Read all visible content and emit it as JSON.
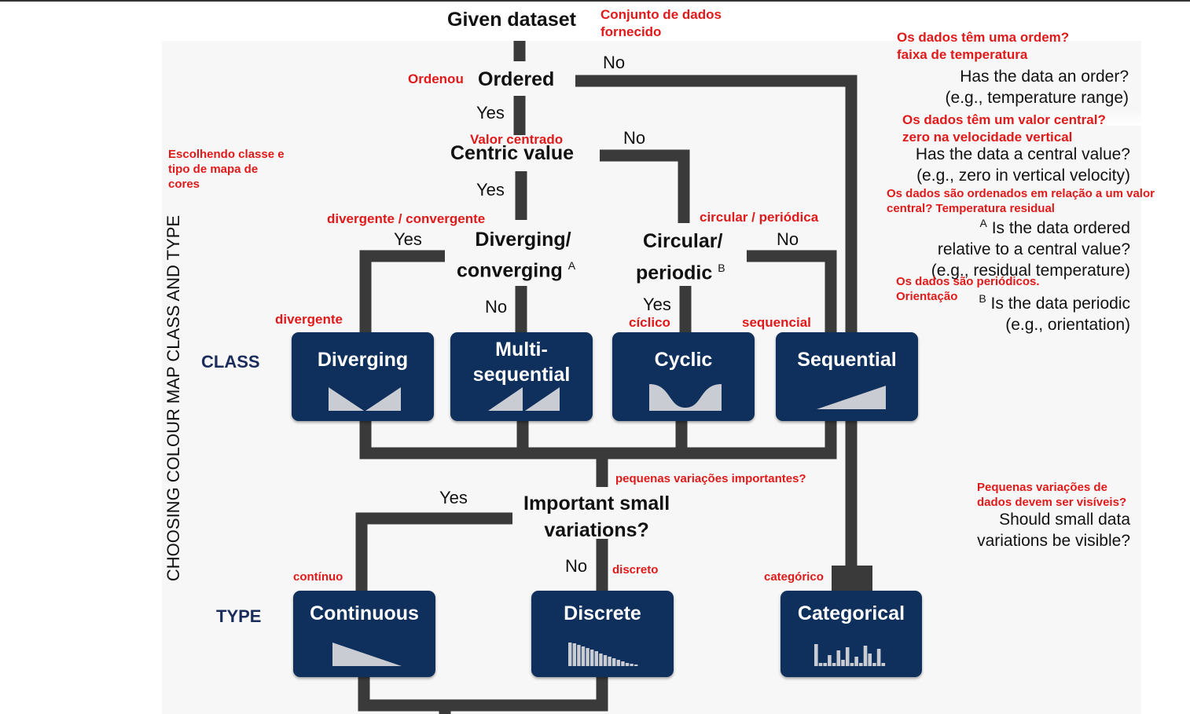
{
  "diagram": {
    "side_title": "CHOOSING COLOUR MAP CLASS AND TYPE",
    "row_labels": {
      "class": "CLASS",
      "type": "TYPE"
    },
    "nodes": {
      "given_dataset": "Given dataset",
      "ordered": "Ordered",
      "centric_value": "Centric value",
      "diverging_converging": [
        "Diverging/",
        "converging"
      ],
      "circular_periodic": [
        "Circular/",
        "periodic"
      ],
      "important_small_variations": [
        "Important small",
        "variations?"
      ]
    },
    "footnote_marks": {
      "a": "A",
      "b": "B"
    },
    "answers": {
      "yes": "Yes",
      "no": "No"
    },
    "classes": {
      "diverging": "Diverging",
      "multi_sequential": [
        "Multi-",
        "sequential"
      ],
      "cyclic": "Cyclic",
      "sequential": "Sequential"
    },
    "types": {
      "continuous": "Continuous",
      "discrete": "Discrete",
      "categorical": "Categorical"
    },
    "questions": {
      "order": [
        "Has the data an order?",
        "(e.g., temperature range)"
      ],
      "central": [
        "Has the data a central value?",
        "(e.g., zero in vertical velocity)"
      ],
      "relative": [
        "Is the data ordered",
        "relative to a central value?",
        "(e.g., residual temperature)"
      ],
      "periodic": [
        "Is the data periodic",
        "(e.g., orientation)"
      ],
      "small": [
        "Should small data",
        "variations be visible?"
      ]
    }
  },
  "annotations_pt": {
    "given_dataset": [
      "Conjunto de dados",
      "fornecido"
    ],
    "ordered": "Ordenou",
    "centric_value": "Valor centrado",
    "choosing": [
      "Escolhendo classe e",
      "tipo de mapa de",
      "cores"
    ],
    "diverging_converging": "divergente / convergente",
    "circular_periodic": "circular / periódica",
    "diverging": "divergente",
    "cyclic": "cíclico",
    "sequential": "sequencial",
    "small_variations": "pequenas variações importantes?",
    "continuous": "contínuo",
    "discrete": "discreto",
    "categorical": "categórico",
    "q_order": [
      "Os dados têm uma ordem?",
      "faixa de temperatura"
    ],
    "q_central": [
      "Os dados têm um valor central?",
      "zero na velocidade vertical"
    ],
    "q_relative": [
      "Os dados são ordenados em relação a um valor",
      "central? Temperatura residual"
    ],
    "q_periodic": [
      "Os dados são periódicos.",
      "Orientação"
    ],
    "q_small": [
      "Pequenas variações de",
      "dados devem ser visíveis?"
    ]
  },
  "colors": {
    "box": "#0f2f5c",
    "connector": "#3a3a3a",
    "annotation": "#e01a1a",
    "row_label": "#1a2c5a",
    "glyph": "#c9ccd2"
  }
}
